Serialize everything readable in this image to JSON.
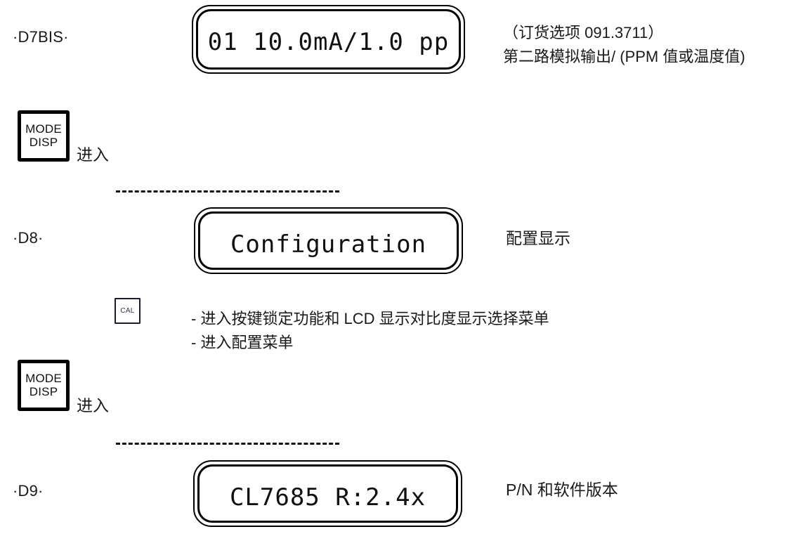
{
  "page": {
    "title": "CL7685 Display Sequence D7BIS - D9",
    "background": "#ffffff",
    "ink_color": "#111111"
  },
  "steps": [
    {
      "id": "·D7BIS·",
      "lcd_text": "01 10.0mA/1.0 pp",
      "annotation_line1": "（订货选项 091.3711）",
      "annotation_line2": "第二路模拟输出/ (PPM 值或温度值)"
    },
    {
      "id": "·D8·",
      "lcd_text": "Configuration",
      "annotation_line1": "配置显示"
    },
    {
      "id": "·D9·",
      "lcd_text": "CL7685 R:2.4x",
      "annotation_line1": "P/N 和软件版本"
    }
  ],
  "keys": {
    "mode_line1": "MODE",
    "mode_line2": "DISP",
    "cal_label": "CAL",
    "enter_label_1": "进入",
    "enter_label_2": "进入"
  },
  "cal_notes": {
    "bullet1": "- 进入按键锁定功能和 LCD 显示对比度显示选择菜单",
    "bullet2": "- 进入配置菜单"
  }
}
